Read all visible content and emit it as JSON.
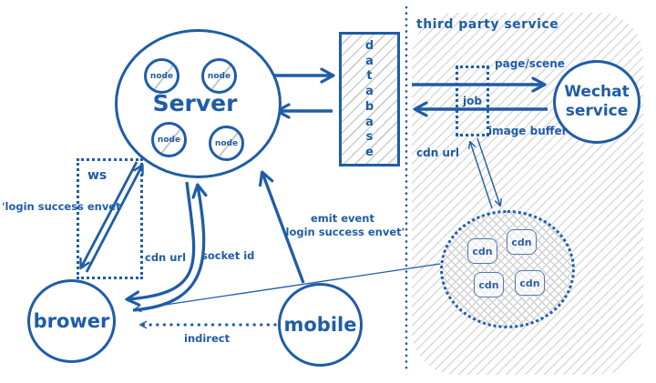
{
  "colors": {
    "ink": "#1f5ca7",
    "hatch_gray": "#d9d9d9"
  },
  "diagram": {
    "third_party": {
      "label": "third party service"
    },
    "server": {
      "label": "Server",
      "nodes": [
        "node",
        "node",
        "node",
        "node"
      ]
    },
    "database": {
      "letters": [
        "d",
        "a",
        "t",
        "a",
        "b",
        "a",
        "s",
        "e"
      ]
    },
    "job": {
      "label": "job"
    },
    "wechat": {
      "line1": "Wechat",
      "line2": "service"
    },
    "cdn_cluster": {
      "boxes": [
        "cdn",
        "cdn",
        "cdn",
        "cdn"
      ]
    },
    "ws": {
      "label": "ws"
    },
    "brower": {
      "label": "brower"
    },
    "mobile": {
      "label": "mobile"
    },
    "edge_labels": {
      "page_scene": "page/scene",
      "image_buffer": "image buffer",
      "cdn_url_right": "cdn url",
      "cdn_url_left": "cdn url",
      "socket_id": "socket id",
      "login_success": "'login success envet'",
      "emit_event_line1": "emit event",
      "emit_event_line2": "'login success envet'",
      "indirect": "indirect"
    }
  }
}
